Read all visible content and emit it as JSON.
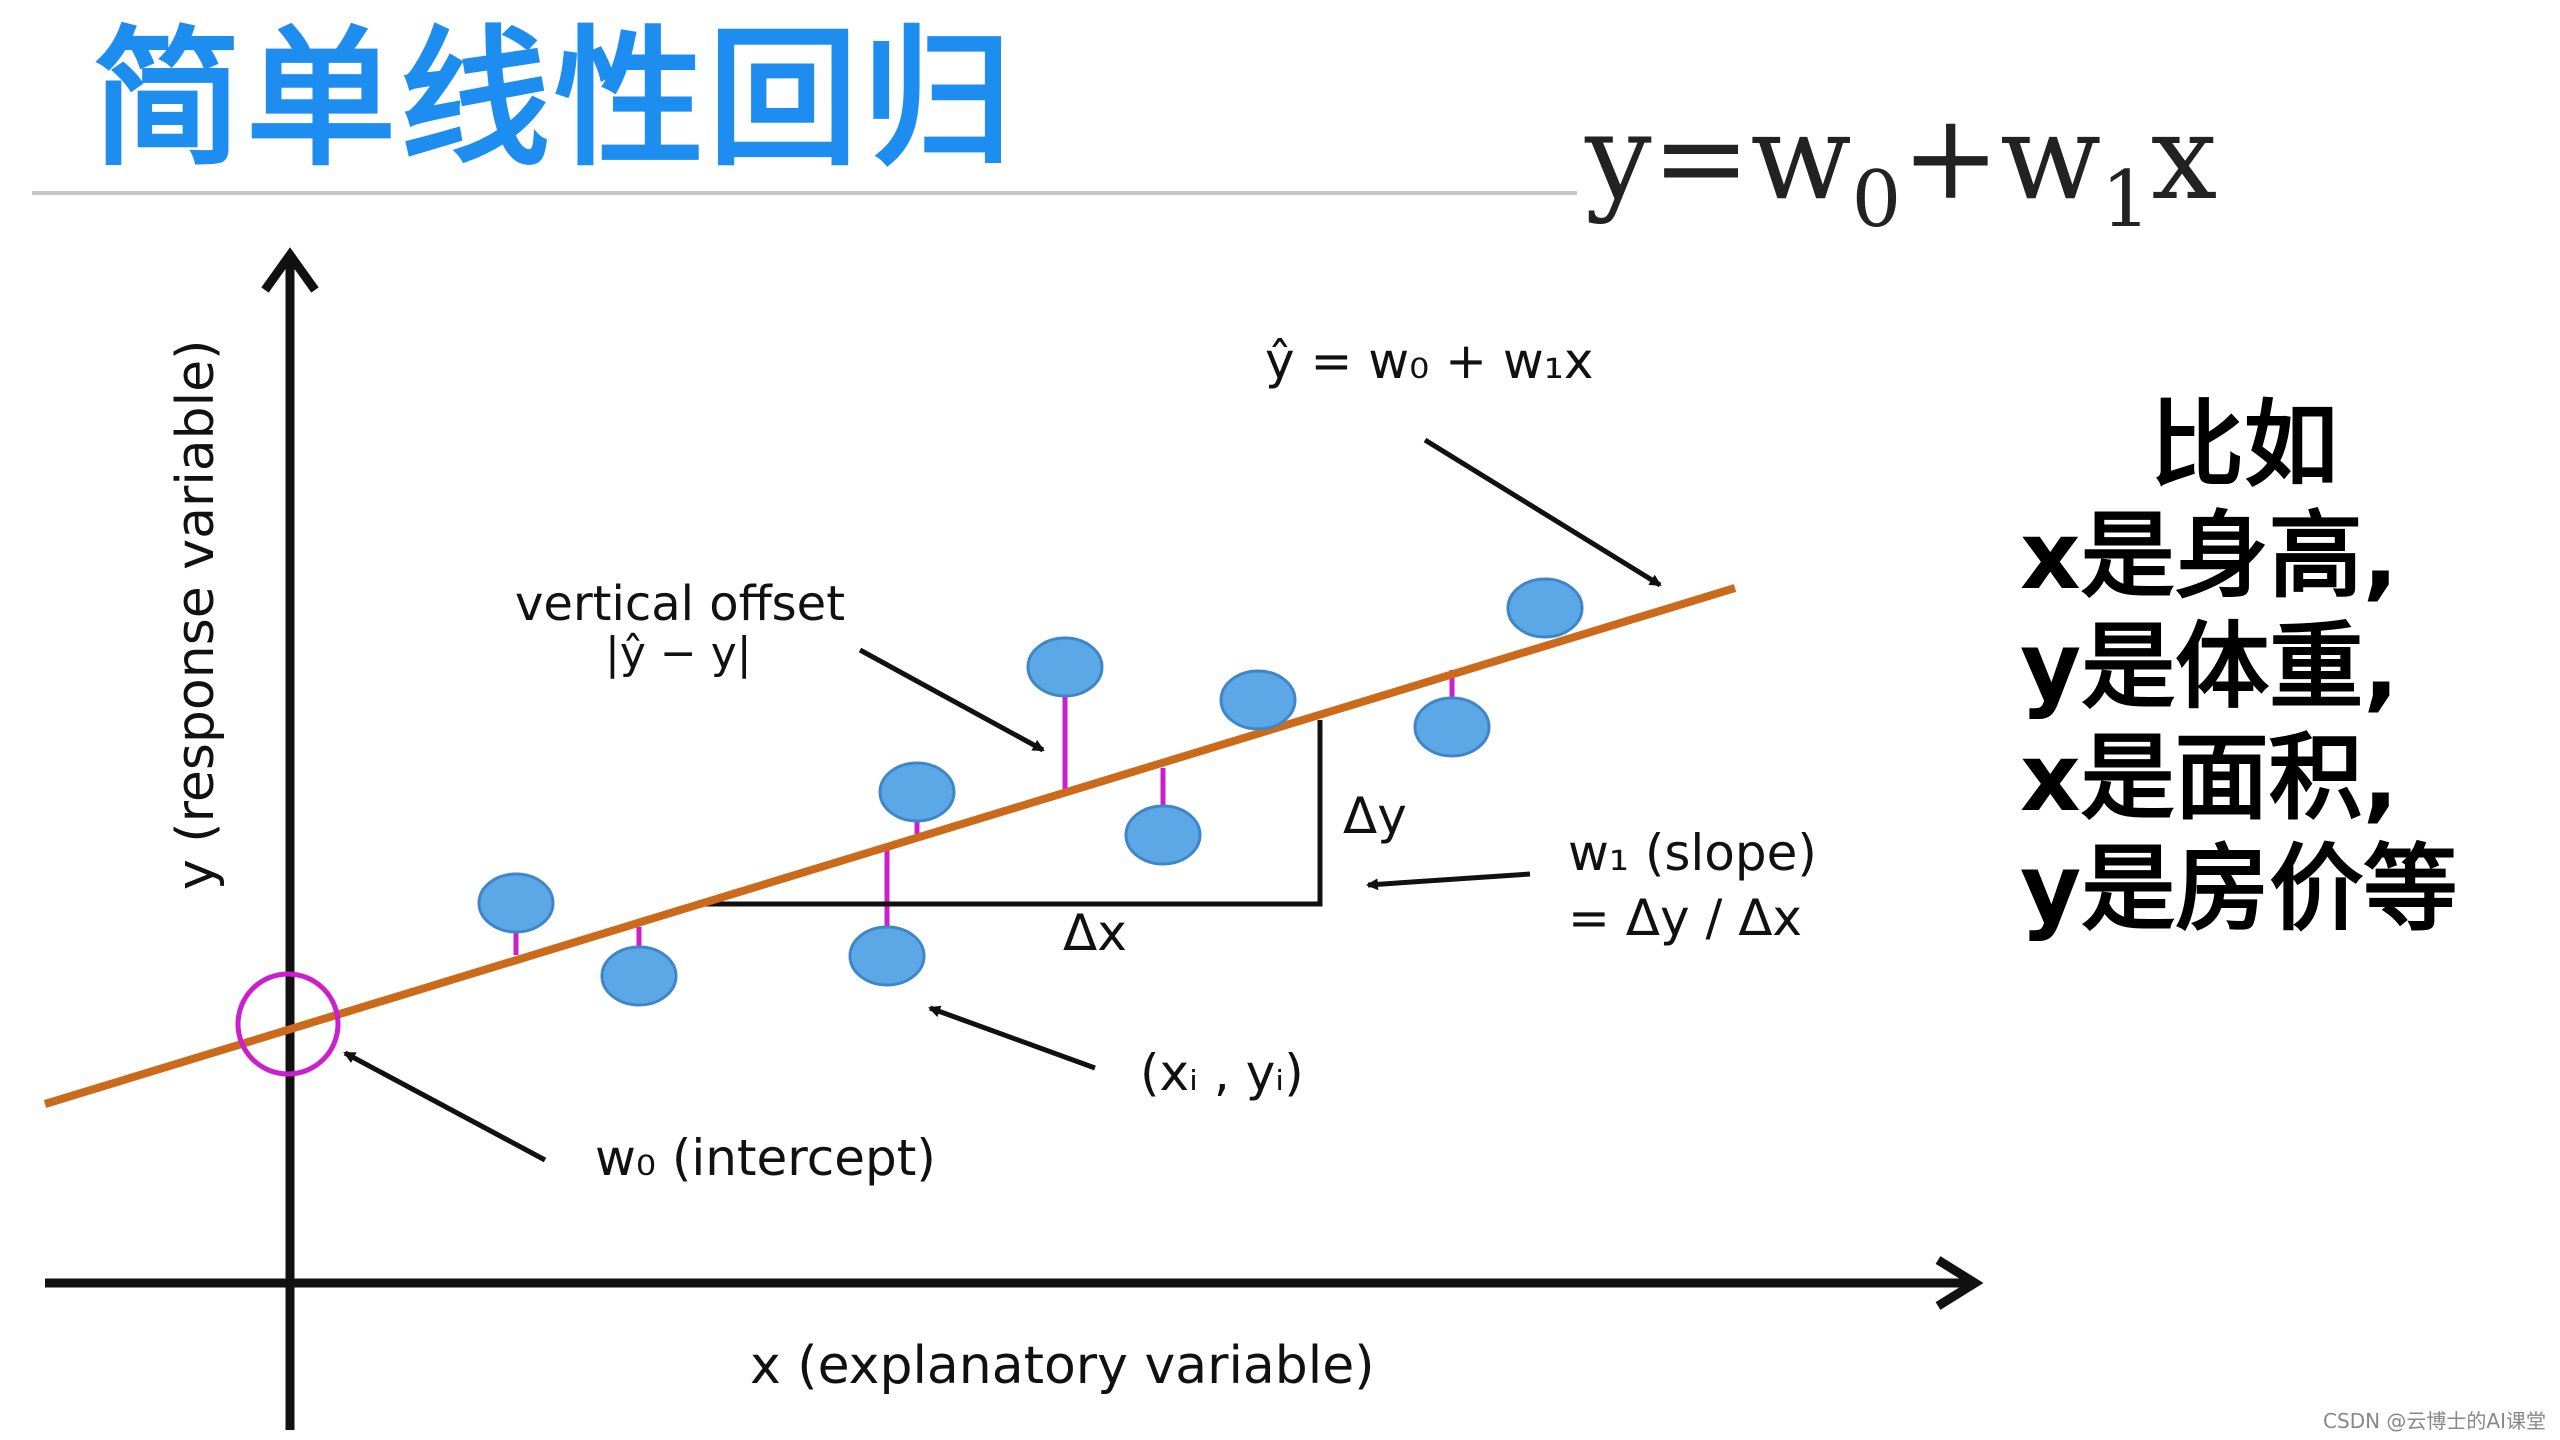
{
  "title": "简单线性回归",
  "formula": {
    "y": "y",
    "eq": "=",
    "w": "w",
    "w0_sub": "0",
    "plus": "+",
    "w1_sub": "1",
    "x": "x"
  },
  "side_text": [
    "比如",
    "x是身高,",
    "y是体重,",
    "x是面积,",
    "y是房价等"
  ],
  "diagram": {
    "y_axis_label": "y (response variable)",
    "x_axis_label": "x (explanatory variable)",
    "fit_label": "ŷ = w₀ + w₁x",
    "vertical_offset": "vertical offset",
    "vertical_offset_formula": "|ŷ − y|",
    "delta_y": "Δy",
    "delta_x": "Δx",
    "slope_line1": "w₁ (slope)",
    "slope_line2": "= Δy / Δx",
    "point_label": "(xᵢ , yᵢ)",
    "intercept_label": "w₀ (intercept)",
    "colors": {
      "line": "#cc6a1c",
      "point": "#5ca8e6",
      "residual": "#cc1fcc",
      "axis": "#111111"
    }
  },
  "credit": "CSDN @云博士的AI课堂"
}
